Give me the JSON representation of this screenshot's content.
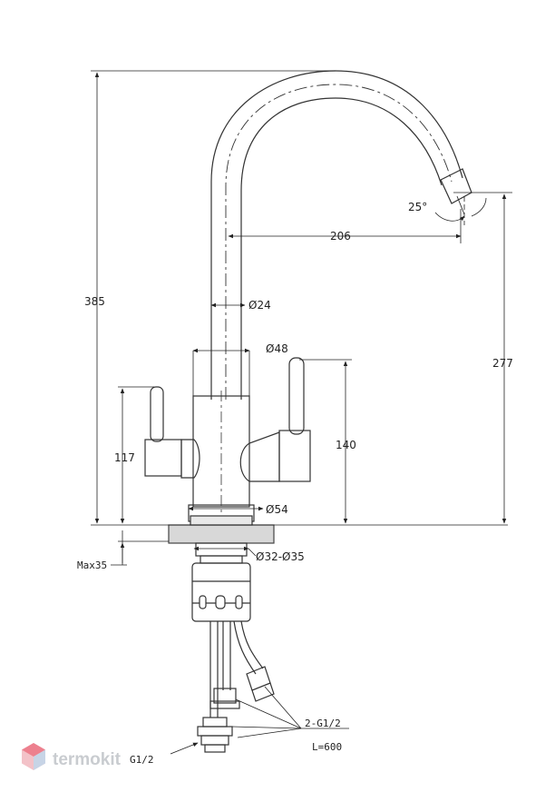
{
  "drawing": {
    "dimensions": {
      "total_height": "385",
      "outlet_height": "277",
      "reach": "206",
      "swivel_angle": "25°",
      "spout_diameter": "Ø24",
      "body_diameter_top": "Ø48",
      "body_diameter_base": "Ø54",
      "body_height": "140",
      "handle_height": "117",
      "mount_hole": "Ø32-Ø35",
      "max_counter": "Max35",
      "thread": "2-G1/2",
      "hose_length": "L=600",
      "inlet_thread": "G1/2"
    }
  },
  "watermark": {
    "brand_text": "termokit",
    "accent_color": "#e84a5f"
  }
}
